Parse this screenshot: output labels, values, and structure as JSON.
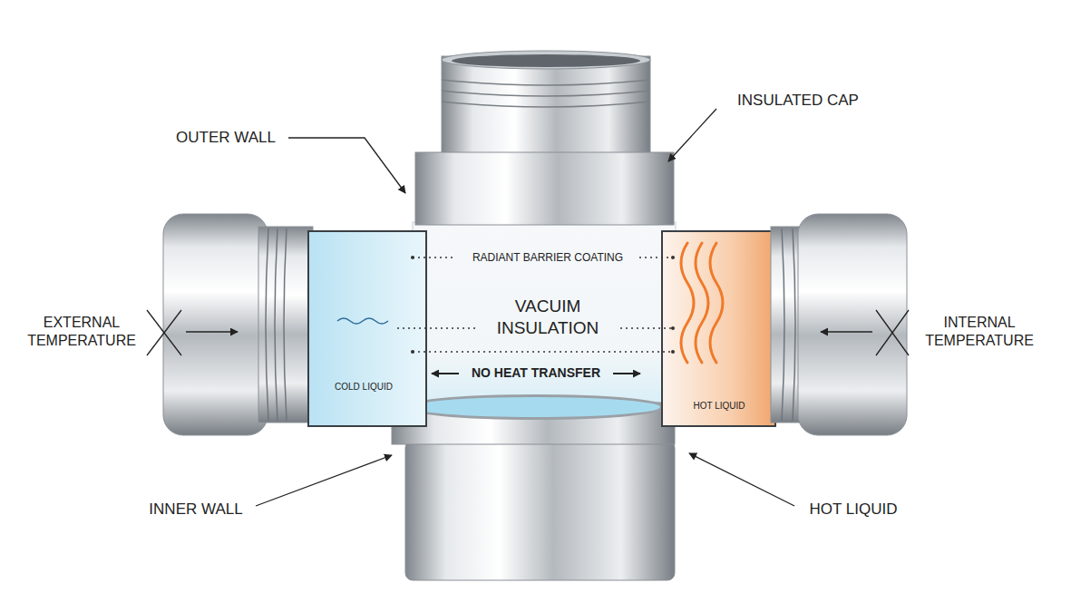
{
  "diagram": {
    "labels": [
      "OUTER WALL",
      "INSULATED CAP",
      "RADIANT BARRIER COATING",
      "VACUIM INSULATION",
      "NO HEAT TRANSFER",
      "EXTERNAL TEMPERATURE",
      "INTERNAL TEMPERATURE",
      "COLD LIQUID",
      "HOT LIQUID",
      "INNER WALL",
      "HOT LIQUID"
    ]
  }
}
